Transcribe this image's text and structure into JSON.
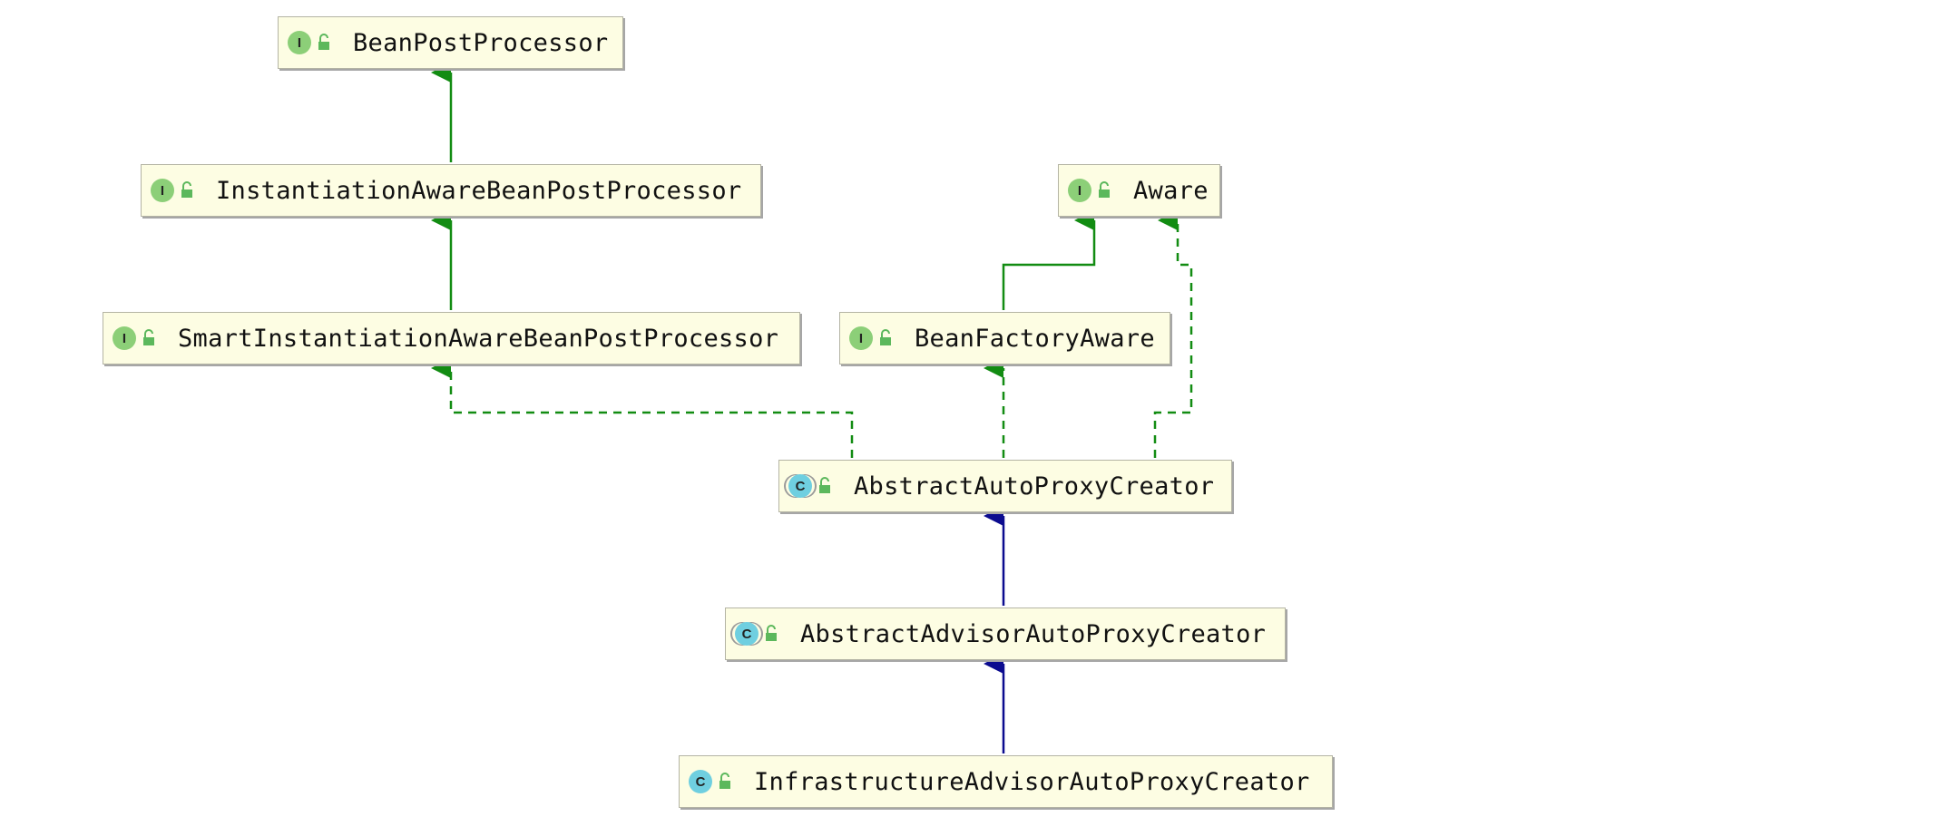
{
  "diagram": {
    "colors": {
      "interface_edge": "#128c12",
      "class_edge": "#0b0b8f",
      "node_fill": "#fdfde3",
      "interface_badge": "#8ccf78",
      "class_badge": "#6fcfe0",
      "public_lock": "#5cb85c"
    },
    "nodes": [
      {
        "id": "bpp",
        "kind": "I",
        "label": "BeanPostProcessor",
        "visibility_icon": "public-lock-icon"
      },
      {
        "id": "iabpp",
        "kind": "I",
        "label": "InstantiationAwareBeanPostProcessor",
        "visibility_icon": "public-lock-icon"
      },
      {
        "id": "siabpp",
        "kind": "I",
        "label": "SmartInstantiationAwareBeanPostProcessor",
        "visibility_icon": "public-lock-icon"
      },
      {
        "id": "aware",
        "kind": "I",
        "label": "Aware",
        "visibility_icon": "public-lock-icon"
      },
      {
        "id": "bfa",
        "kind": "I",
        "label": "BeanFactoryAware",
        "visibility_icon": "public-lock-icon"
      },
      {
        "id": "aapc",
        "kind": "C",
        "label": "AbstractAutoProxyCreator",
        "abstract": true,
        "visibility_icon": "public-lock-icon"
      },
      {
        "id": "aaapc",
        "kind": "C",
        "label": "AbstractAdvisorAutoProxyCreator",
        "abstract": true,
        "visibility_icon": "public-lock-icon"
      },
      {
        "id": "iaapc",
        "kind": "C",
        "label": "InfrastructureAdvisorAutoProxyCreator",
        "visibility_icon": "public-lock-icon"
      }
    ],
    "edges": [
      {
        "from": "iabpp",
        "to": "bpp",
        "type": "extends-interface"
      },
      {
        "from": "siabpp",
        "to": "iabpp",
        "type": "extends-interface"
      },
      {
        "from": "bfa",
        "to": "aware",
        "type": "extends-interface"
      },
      {
        "from": "aapc",
        "to": "siabpp",
        "type": "implements"
      },
      {
        "from": "aapc",
        "to": "bfa",
        "type": "implements"
      },
      {
        "from": "aapc",
        "to": "aware",
        "type": "implements"
      },
      {
        "from": "aaapc",
        "to": "aapc",
        "type": "extends-class"
      },
      {
        "from": "iaapc",
        "to": "aaapc",
        "type": "extends-class"
      }
    ]
  }
}
